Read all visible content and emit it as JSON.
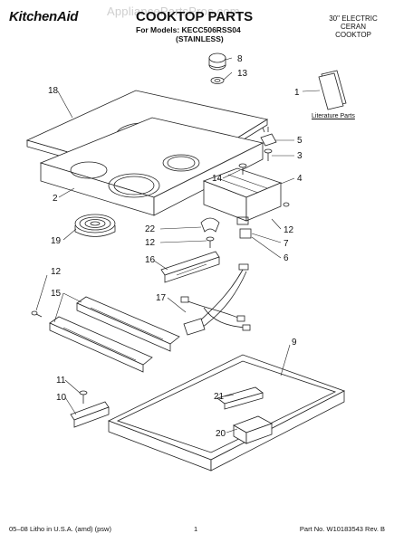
{
  "header": {
    "brand": "KitchenAid",
    "watermark": "AppliancePartsPros.com",
    "title": "COOKTOP PARTS",
    "models_line": "For Models: KECC506RSS04",
    "models_sub": "(STAINLESS)",
    "corner_line1": "30\" ELECTRIC",
    "corner_line2": "CERAN",
    "corner_line3": "COOKTOP"
  },
  "literature_label": "Literature Parts",
  "callouts": [
    "8",
    "13",
    "18",
    "1",
    "5",
    "3",
    "14",
    "4",
    "2",
    "22",
    "12",
    "7",
    "12",
    "6",
    "19",
    "16",
    "12",
    "15",
    "17",
    "9",
    "11",
    "21",
    "10",
    "20"
  ],
  "footer": {
    "left": "05–08 Litho in U.S.A. (amd) (psw)",
    "page": "1",
    "right": "Part No. W10183543 Rev. B"
  }
}
